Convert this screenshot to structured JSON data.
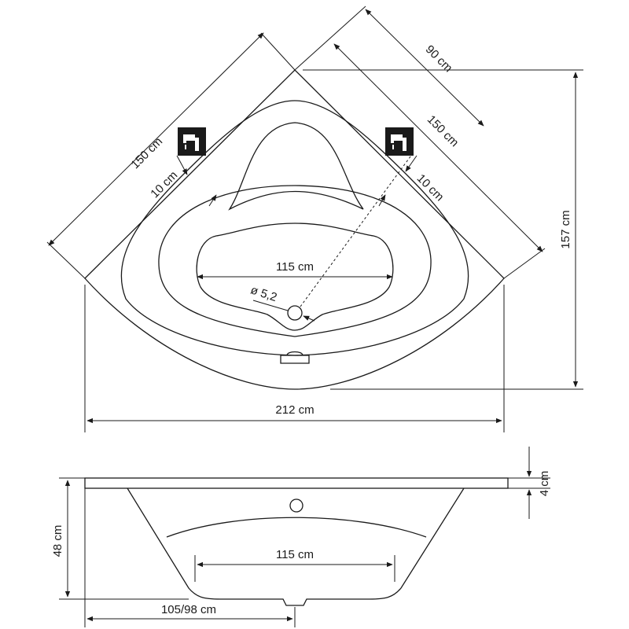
{
  "plan_view": {
    "diagonal_side_left": "150 cm",
    "diagonal_side_right": "150 cm",
    "depth_right": "90 cm",
    "tap_offset_left": "10 cm",
    "tap_offset_right": "10 cm",
    "inner_width": "115 cm",
    "drain_diameter": "ø 5,2",
    "overall_width": "212 cm",
    "overall_depth": "157 cm"
  },
  "side_view": {
    "rim_thickness": "4 cm",
    "height": "48 cm",
    "inner_width": "115 cm",
    "half_width": "105/98 cm"
  },
  "icons": [
    "faucet-icon",
    "faucet-icon"
  ],
  "colors": {
    "line": "#1a1a1a",
    "background": "#ffffff"
  }
}
